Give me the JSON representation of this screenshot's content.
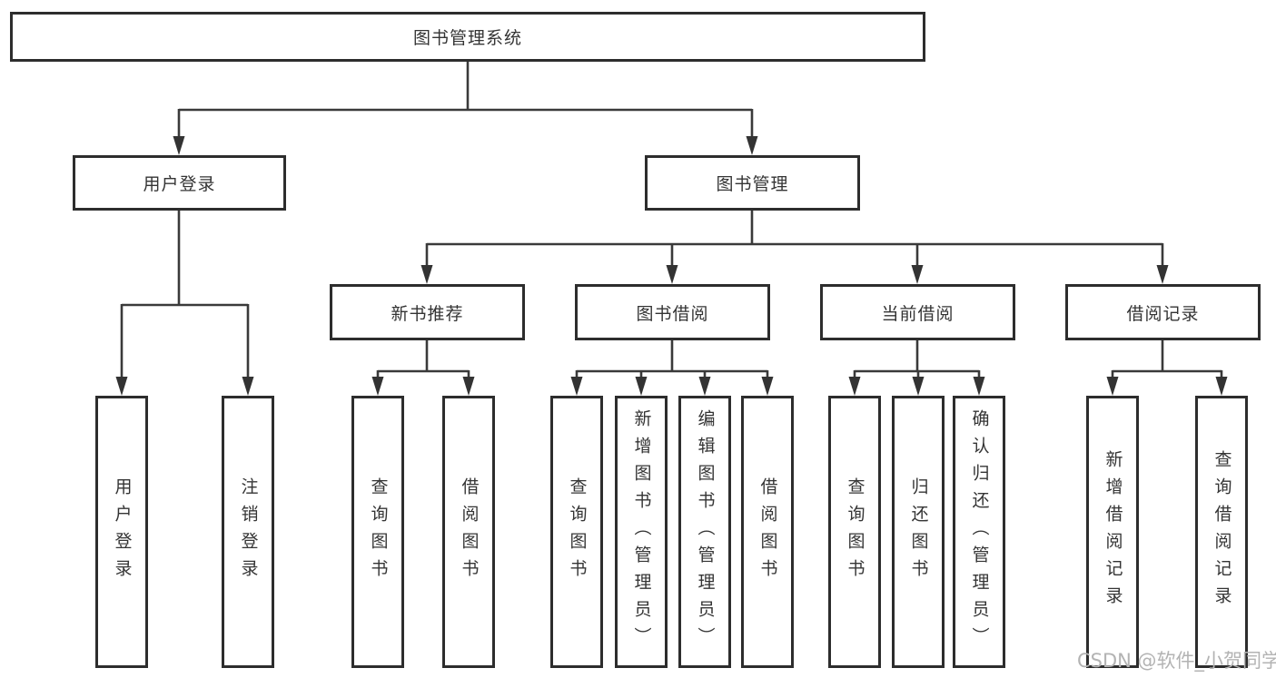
{
  "diagram": {
    "root": {
      "label": "图书管理系统"
    },
    "branches": [
      {
        "label": "用户登录",
        "children": [
          {
            "label": "用户登录"
          },
          {
            "label": "注销登录"
          }
        ]
      },
      {
        "label": "图书管理",
        "groups": [
          {
            "label": "新书推荐",
            "children": [
              {
                "label": "查询图书"
              },
              {
                "label": "借阅图书"
              }
            ]
          },
          {
            "label": "图书借阅",
            "children": [
              {
                "label": "查询图书"
              },
              {
                "label": "新增图书（管理员）"
              },
              {
                "label": "编辑图书（管理员）"
              },
              {
                "label": "借阅图书"
              }
            ]
          },
          {
            "label": "当前借阅",
            "children": [
              {
                "label": "查询图书"
              },
              {
                "label": "归还图书"
              },
              {
                "label": "确认归还（管理员）"
              }
            ]
          },
          {
            "label": "借阅记录",
            "children": [
              {
                "label": "新增借阅记录"
              },
              {
                "label": "查询借阅记录"
              }
            ]
          }
        ]
      }
    ],
    "watermark": "CSDN @软件_小贺同学",
    "colors": {
      "line": "#3a3a3a",
      "border": "#2d2d2d",
      "text": "#343434",
      "watermark": "#b3b3b3"
    }
  }
}
